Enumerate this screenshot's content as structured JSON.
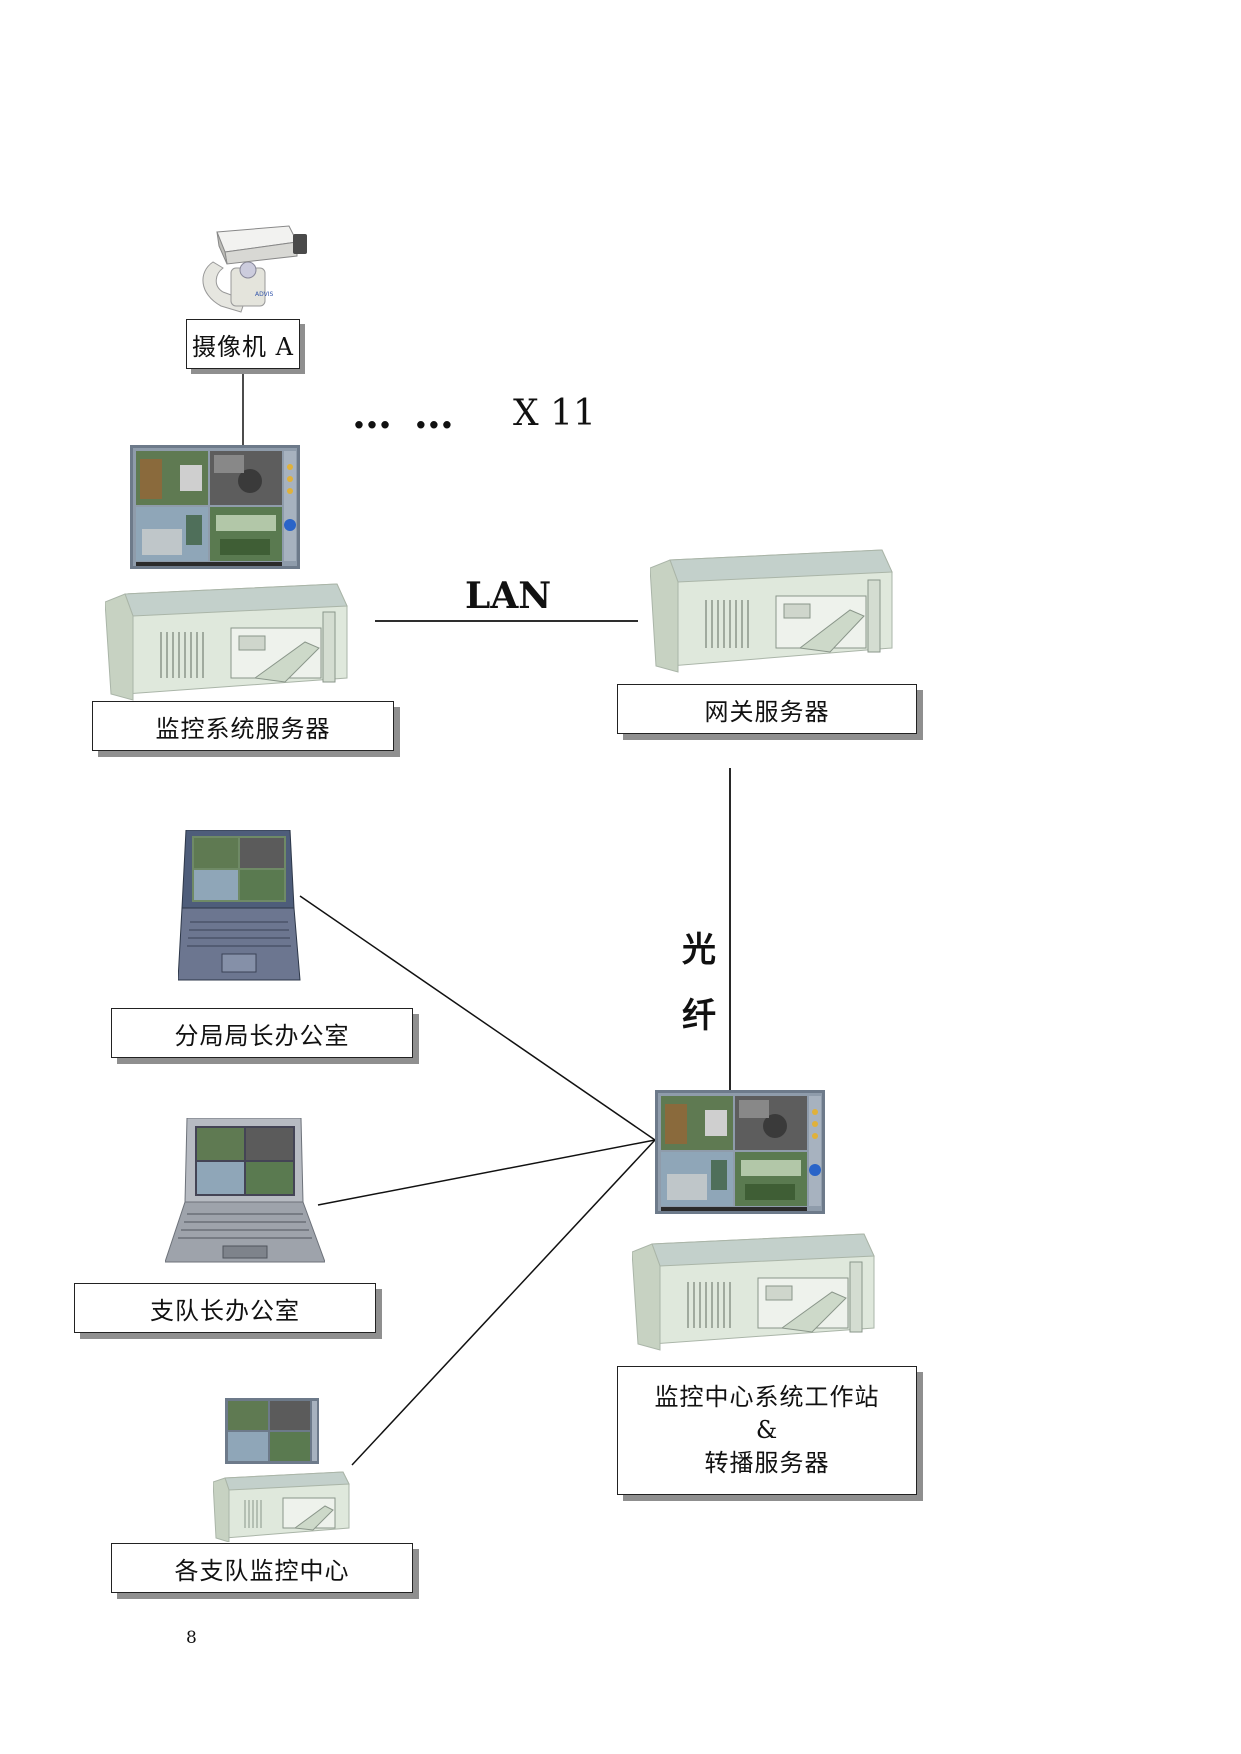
{
  "nodes": {
    "camera": {
      "label": "摄像机 A"
    },
    "monitor_server": {
      "label": "监控系统服务器"
    },
    "gateway_server": {
      "label": "网关服务器"
    },
    "branch_chief_office": {
      "label": "分局局长办公室"
    },
    "detachment_chief_office": {
      "label": "支队长办公室"
    },
    "detachment_centers": {
      "label": "各支队监控中心"
    },
    "center_workstation": {
      "line1": "监控中心系统工作站",
      "line2": "&",
      "line3": "转播服务器"
    }
  },
  "annotations": {
    "ellipsis": "… …",
    "multiplier": "X 11",
    "lan": "LAN",
    "fiber_char1": "光",
    "fiber_char2": "纤"
  },
  "page_number": "8",
  "colors": {
    "box_shadow": "#8f8f8f",
    "rack_body": "#d9e3d6",
    "screen_frame": "#6d7a8a"
  }
}
